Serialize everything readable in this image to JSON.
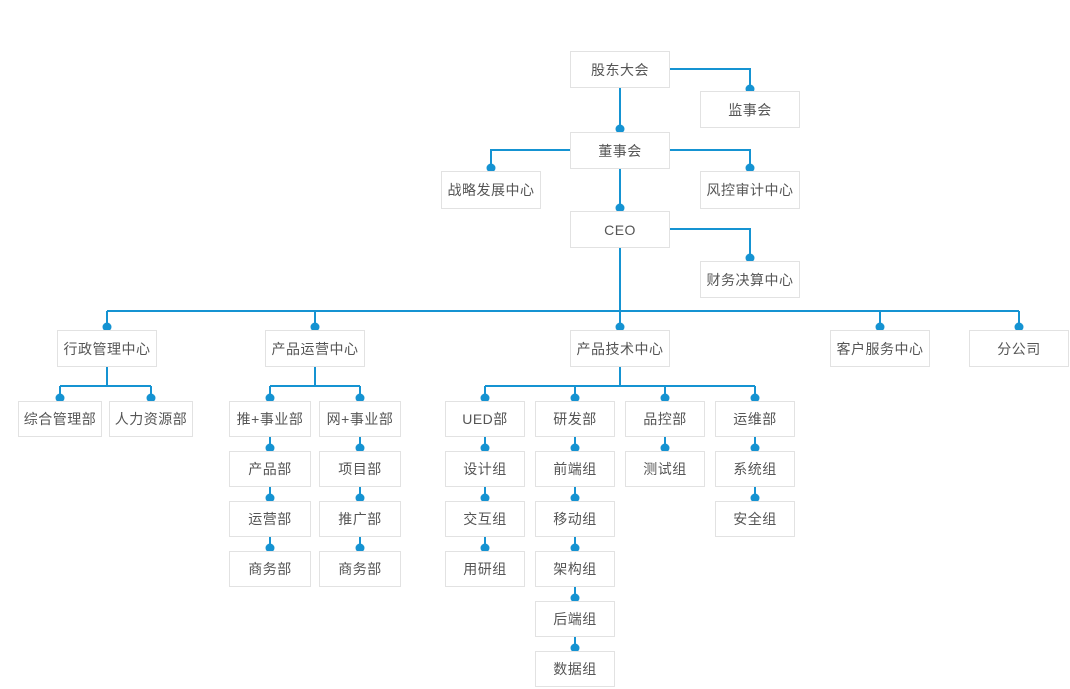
{
  "colors": {
    "connector": "#1593d2",
    "dot": "#1593d2",
    "box_border": "#e2e2e2",
    "box_background": "#ffffff",
    "text": "#555555",
    "page_background": "#ffffff"
  },
  "org": {
    "diagram_type": "org-chart",
    "root": "shareholders_meeting",
    "nodes": {
      "shareholders_meeting": {
        "label": "股东大会"
      },
      "supervisory_board": {
        "label": "监事会"
      },
      "board_of_directors": {
        "label": "董事会"
      },
      "strategy_center": {
        "label": "战略发展中心"
      },
      "risk_audit_center": {
        "label": "风控审计中心"
      },
      "ceo": {
        "label": "CEO"
      },
      "finance_center": {
        "label": "财务决算中心"
      },
      "admin_center": {
        "label": "行政管理中心"
      },
      "product_ops_center": {
        "label": "产品运营中心"
      },
      "product_tech_center": {
        "label": "产品技术中心"
      },
      "customer_service_center": {
        "label": "客户服务中心"
      },
      "branch_company": {
        "label": "分公司"
      },
      "general_admin_dept": {
        "label": "综合管理部"
      },
      "hr_dept": {
        "label": "人力资源部"
      },
      "tui_business_dept": {
        "label": "推+事业部"
      },
      "product_dept": {
        "label": "产品部"
      },
      "operations_dept": {
        "label": "运营部"
      },
      "business_dept_tui": {
        "label": "商务部"
      },
      "wang_business_dept": {
        "label": "网+事业部"
      },
      "project_dept": {
        "label": "项目部"
      },
      "promotion_dept": {
        "label": "推广部"
      },
      "business_dept_wang": {
        "label": "商务部"
      },
      "ued_dept": {
        "label": "UED部"
      },
      "design_group": {
        "label": "设计组"
      },
      "interaction_group": {
        "label": "交互组"
      },
      "user_research_group": {
        "label": "用研组"
      },
      "rd_dept": {
        "label": "研发部"
      },
      "frontend_group": {
        "label": "前端组"
      },
      "mobile_group": {
        "label": "移动组"
      },
      "architecture_group": {
        "label": "架构组"
      },
      "backend_group": {
        "label": "后端组"
      },
      "data_group": {
        "label": "数据组"
      },
      "qc_dept": {
        "label": "品控部"
      },
      "testing_group": {
        "label": "测试组"
      },
      "ops_dept": {
        "label": "运维部"
      },
      "system_group": {
        "label": "系统组"
      },
      "security_group": {
        "label": "安全组"
      }
    },
    "edges": [
      {
        "from": "shareholders_meeting",
        "to": "supervisory_board"
      },
      {
        "from": "shareholders_meeting",
        "to": "board_of_directors"
      },
      {
        "from": "board_of_directors",
        "to": "strategy_center"
      },
      {
        "from": "board_of_directors",
        "to": "risk_audit_center"
      },
      {
        "from": "board_of_directors",
        "to": "ceo"
      },
      {
        "from": "ceo",
        "to": "finance_center"
      },
      {
        "from": "ceo",
        "to": "admin_center"
      },
      {
        "from": "ceo",
        "to": "product_ops_center"
      },
      {
        "from": "ceo",
        "to": "product_tech_center"
      },
      {
        "from": "ceo",
        "to": "customer_service_center"
      },
      {
        "from": "ceo",
        "to": "branch_company"
      },
      {
        "from": "admin_center",
        "to": "general_admin_dept"
      },
      {
        "from": "admin_center",
        "to": "hr_dept"
      },
      {
        "from": "product_ops_center",
        "to": "tui_business_dept"
      },
      {
        "from": "product_ops_center",
        "to": "wang_business_dept"
      },
      {
        "from": "tui_business_dept",
        "to": "product_dept"
      },
      {
        "from": "product_dept",
        "to": "operations_dept"
      },
      {
        "from": "operations_dept",
        "to": "business_dept_tui"
      },
      {
        "from": "wang_business_dept",
        "to": "project_dept"
      },
      {
        "from": "project_dept",
        "to": "promotion_dept"
      },
      {
        "from": "promotion_dept",
        "to": "business_dept_wang"
      },
      {
        "from": "product_tech_center",
        "to": "ued_dept"
      },
      {
        "from": "product_tech_center",
        "to": "rd_dept"
      },
      {
        "from": "product_tech_center",
        "to": "qc_dept"
      },
      {
        "from": "product_tech_center",
        "to": "ops_dept"
      },
      {
        "from": "ued_dept",
        "to": "design_group"
      },
      {
        "from": "design_group",
        "to": "interaction_group"
      },
      {
        "from": "interaction_group",
        "to": "user_research_group"
      },
      {
        "from": "rd_dept",
        "to": "frontend_group"
      },
      {
        "from": "frontend_group",
        "to": "mobile_group"
      },
      {
        "from": "mobile_group",
        "to": "architecture_group"
      },
      {
        "from": "architecture_group",
        "to": "backend_group"
      },
      {
        "from": "backend_group",
        "to": "data_group"
      },
      {
        "from": "qc_dept",
        "to": "testing_group"
      },
      {
        "from": "ops_dept",
        "to": "system_group"
      },
      {
        "from": "system_group",
        "to": "security_group"
      }
    ]
  }
}
